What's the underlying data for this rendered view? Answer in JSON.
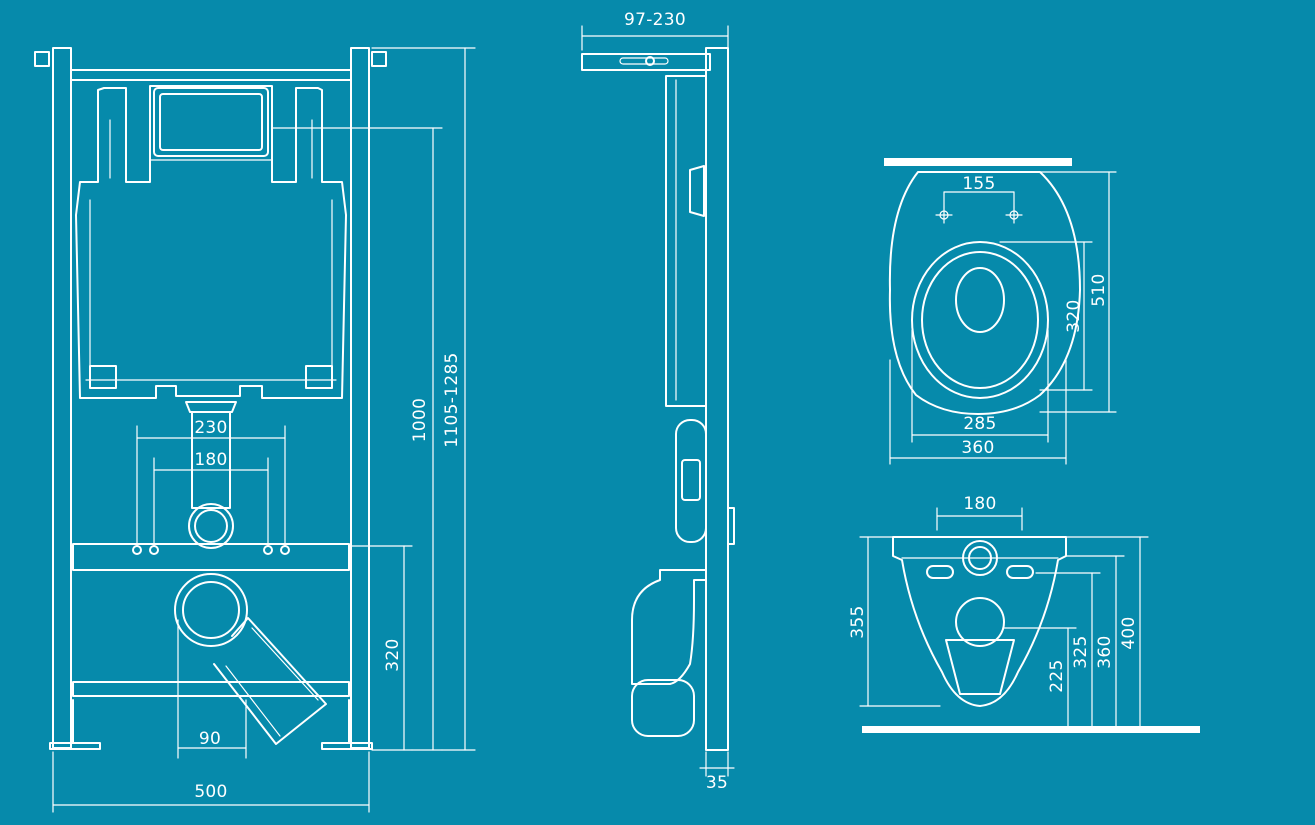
{
  "colors": {
    "background": "#068aab",
    "line": "#ffffff"
  },
  "front_view": {
    "dims": {
      "width_total": "500",
      "drain_offset": "90",
      "bolt_outer": "230",
      "bolt_inner": "180",
      "outlet_height": "320",
      "button_height": "1000",
      "frame_height": "1105-1285"
    }
  },
  "side_view": {
    "dims": {
      "wall_distance": "97-230",
      "frame_depth": "35"
    }
  },
  "bowl_top_view": {
    "dims": {
      "hinge_spacing": "155",
      "opening_length": "320",
      "length": "510",
      "opening_width": "285",
      "width": "360"
    }
  },
  "bowl_front_view": {
    "dims": {
      "bolt_spacing": "180",
      "top_height": "355",
      "outlet_height": "225",
      "inlet_height": "325",
      "height_360": "360",
      "height_400": "400"
    }
  }
}
